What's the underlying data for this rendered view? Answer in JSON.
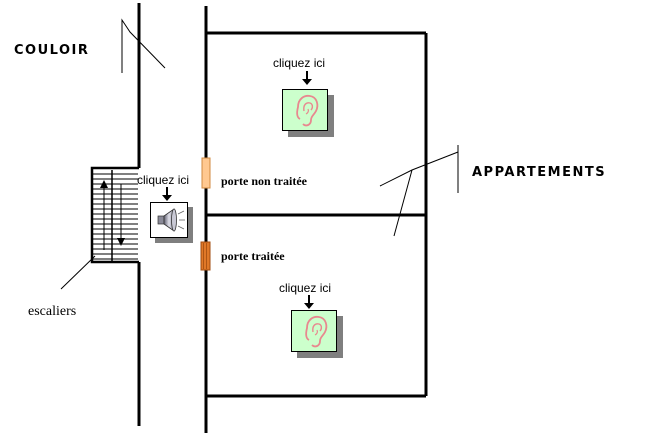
{
  "labels": {
    "corridor": "COULOIR",
    "apartments": "APPARTEMENTS",
    "stairs": "escaliers",
    "door_untreated": "porte non traitée",
    "door_treated": "porte traitée",
    "click_here_top": "cliquez ici",
    "click_here_corridor": "cliquez ici",
    "click_here_bottom": "cliquez ici"
  },
  "icons": {
    "ear": "ear-icon",
    "speaker": "loudspeaker-icon"
  },
  "colors": {
    "ear_bg": "#ccffcc",
    "speaker_bg": "#ffffff",
    "ear_stroke": "#e8888f",
    "door_untreated": "#ffc890",
    "door_treated": "#e07828",
    "shadow": "#7f7f7f"
  }
}
